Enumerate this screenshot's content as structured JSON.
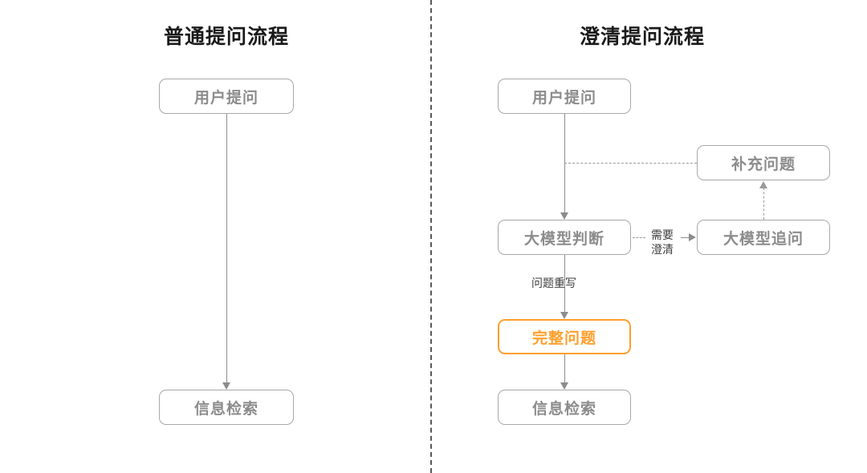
{
  "panels": {
    "left": {
      "title": "普通提问流程",
      "nodes": [
        {
          "id": "user-question",
          "label": "用户提问"
        },
        {
          "id": "retrieval",
          "label": "信息检索"
        }
      ]
    },
    "right": {
      "title": "澄清提问流程",
      "nodes": [
        {
          "id": "user-question",
          "label": "用户提问"
        },
        {
          "id": "supplement-question",
          "label": "补充问题"
        },
        {
          "id": "llm-judge",
          "label": "大模型判断"
        },
        {
          "id": "llm-followup",
          "label": "大模型追问"
        },
        {
          "id": "complete-question",
          "label": "完整问题"
        },
        {
          "id": "retrieval",
          "label": "信息检索"
        }
      ],
      "edge_labels": {
        "needs_clarification_line1": "需要",
        "needs_clarification_line2": "澄清",
        "question_rewrite": "问题重写"
      }
    }
  },
  "colors": {
    "node_border": "#a8a8a8",
    "node_text": "#8c8c8c",
    "highlight": "#ff9f2d",
    "connector": "#8c8c8c",
    "dashed_connector": "#9a9a9a",
    "title_text": "#1a1a1a",
    "divider": "#5a5a5a",
    "background": "#ffffff"
  }
}
